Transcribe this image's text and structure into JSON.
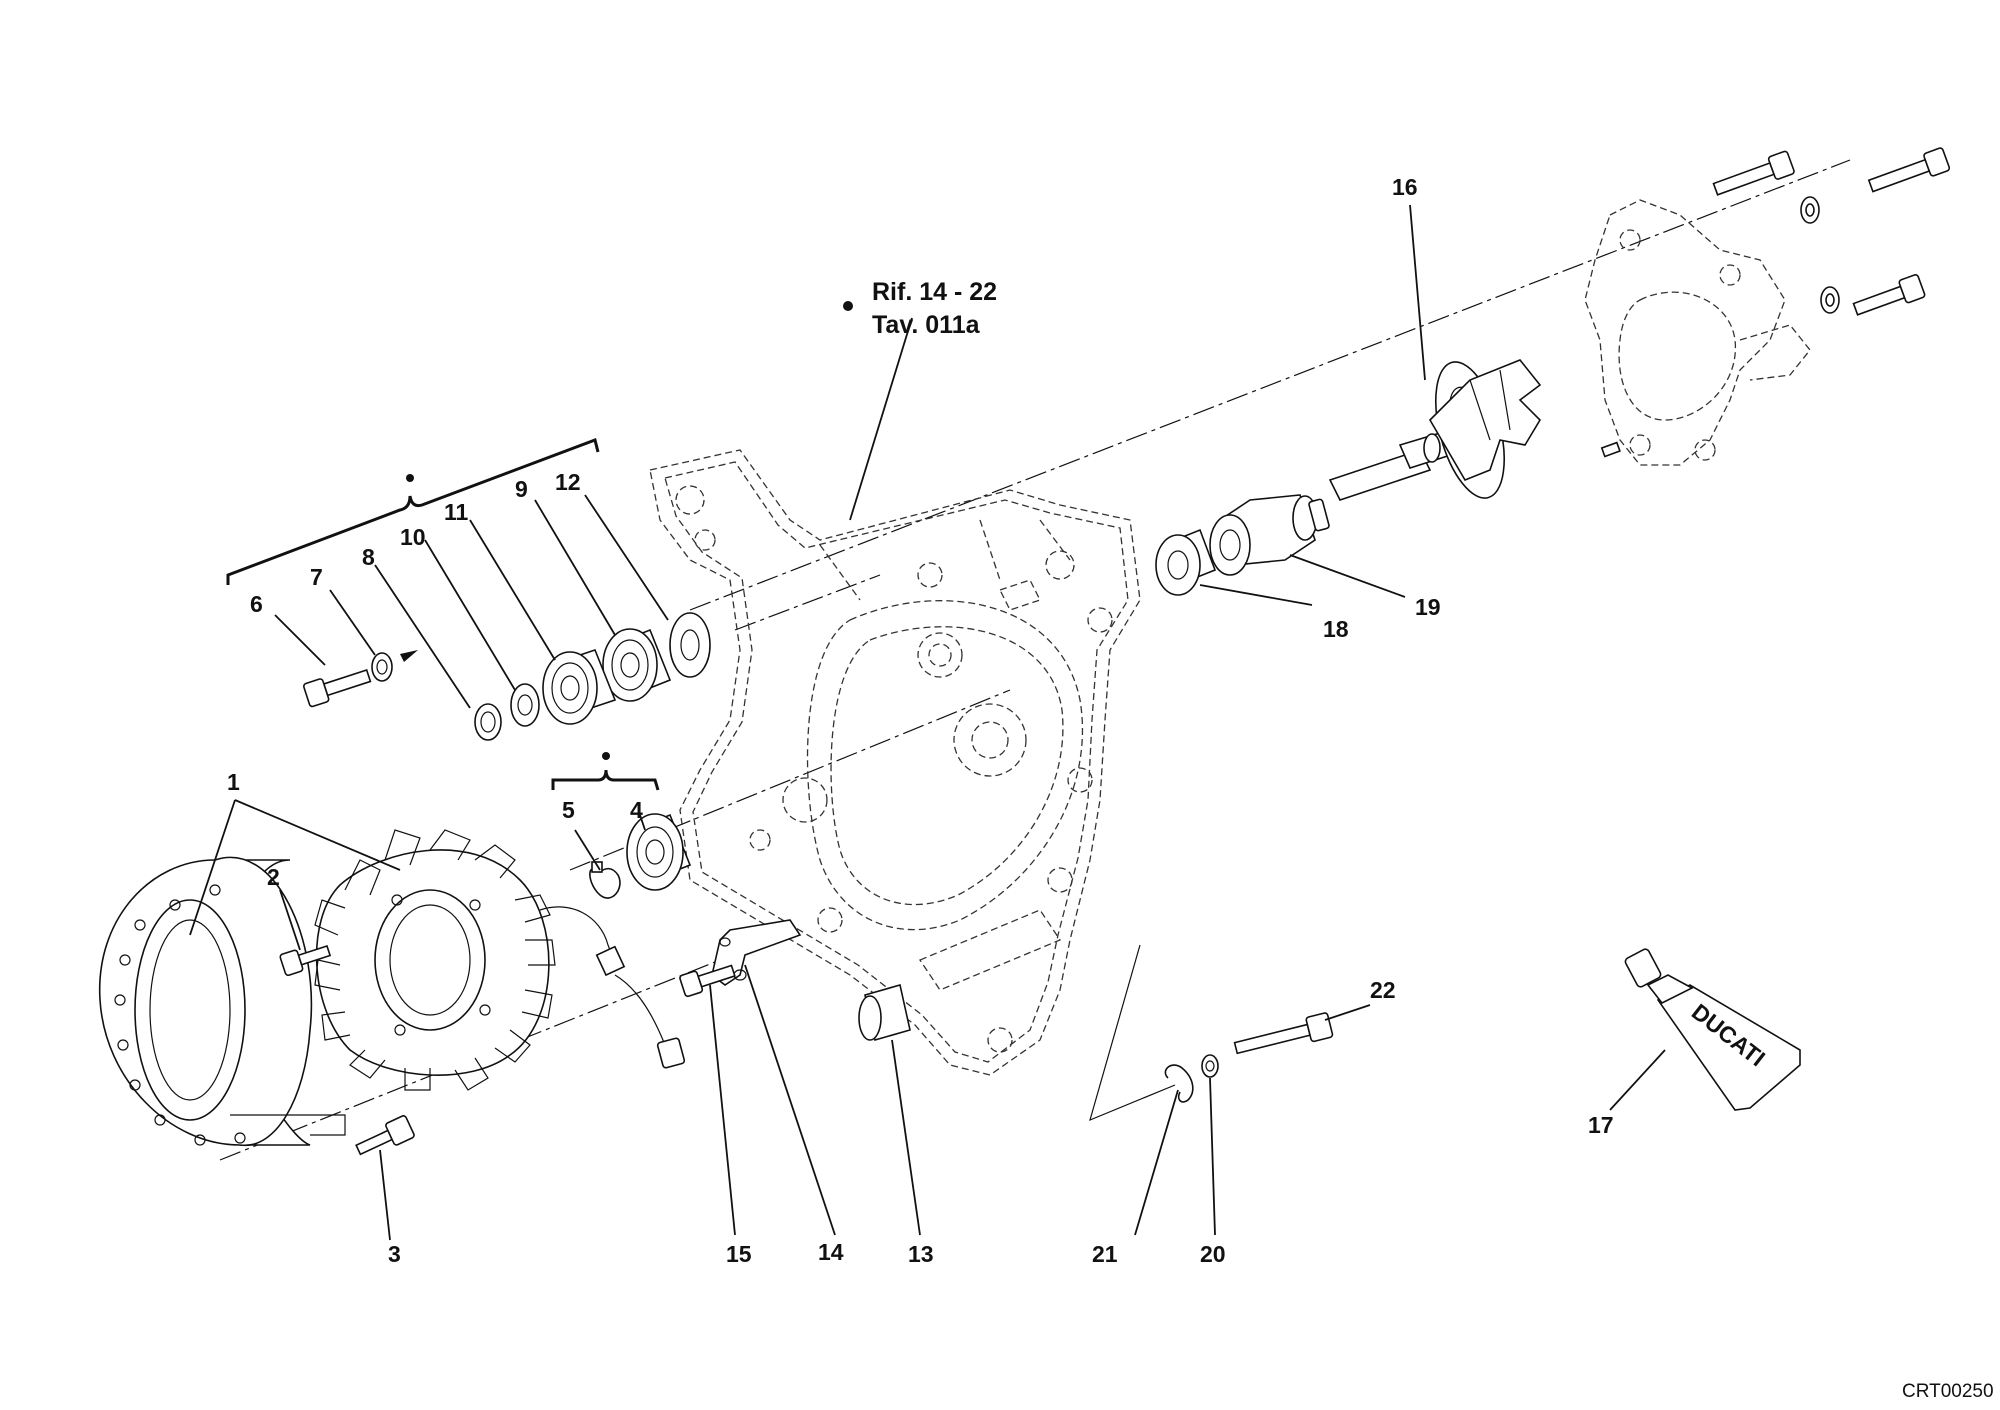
{
  "reference": {
    "line1": "Rif. 14 - 22",
    "line2": "Tav. 011a"
  },
  "drawing_code": "CRT00250",
  "tube_brand": "DUCATI",
  "labels": {
    "p1": "1",
    "p2": "2",
    "p3": "3",
    "p4": "4",
    "p5": "5",
    "p6": "6",
    "p7": "7",
    "p8": "8",
    "p9": "9",
    "p10": "10",
    "p11": "11",
    "p12": "12",
    "p13": "13",
    "p14": "14",
    "p15": "15",
    "p16": "16",
    "p17": "17",
    "p18": "18",
    "p19": "19",
    "p20": "20",
    "p21": "21",
    "p22": "22"
  }
}
